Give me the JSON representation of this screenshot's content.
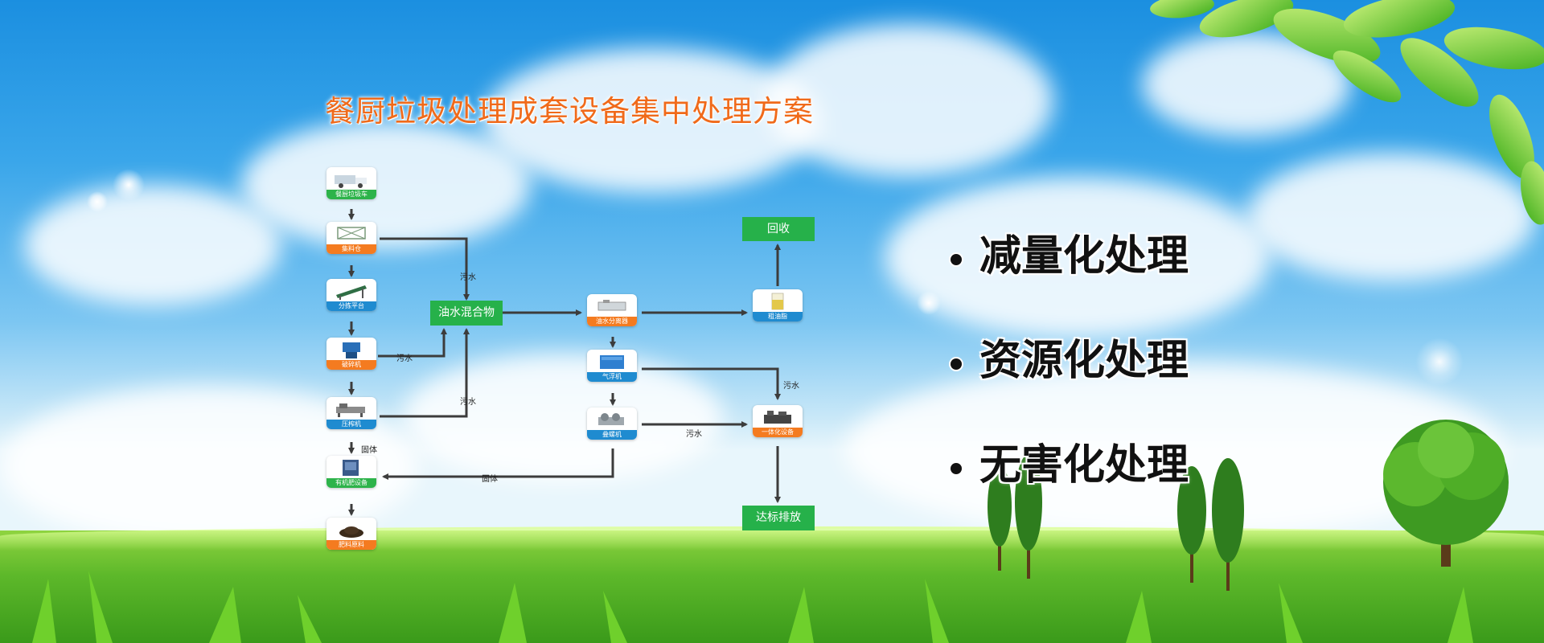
{
  "title": "餐厨垃圾处理成套设备集中处理方案",
  "nodes": {
    "truck": "餐厨垃圾车",
    "collect": "集料仓",
    "sort": "分拣平台",
    "crusher": "破碎机",
    "press": "压榨机",
    "fert": "有机肥设备",
    "raw": "肥料原料",
    "oilsep": "油水分离器",
    "float": "气浮机",
    "screw": "叠螺机",
    "crude": "粗油脂",
    "integ": "一体化设备"
  },
  "boxes": {
    "mix": "油水混合物",
    "recycle": "回收",
    "discharge": "达标排放"
  },
  "edge_labels": {
    "w1": "污水",
    "w2": "污水",
    "w3": "污水",
    "w4": "污水",
    "w5": "污水",
    "s1": "固体",
    "s2": "固体"
  },
  "benefits": [
    "减量化处理",
    "资源化处理",
    "无害化处理"
  ],
  "colors": {
    "title": "#f06a1a",
    "green": "#2db34a",
    "orange": "#f47b20",
    "blue": "#1f8bd0",
    "arrow": "#3c3c3c"
  }
}
